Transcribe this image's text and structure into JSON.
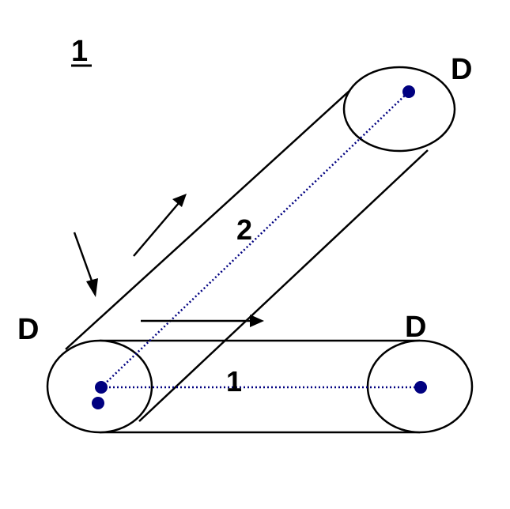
{
  "figure_label": "1",
  "labels": {
    "d_top_right": "D",
    "d_left": "D",
    "d_bottom_right": "D",
    "path_1": "1",
    "path_2": "2"
  },
  "colors": {
    "stroke": "#000000",
    "dot": "#000080",
    "path": "#000080",
    "background": "#ffffff"
  }
}
